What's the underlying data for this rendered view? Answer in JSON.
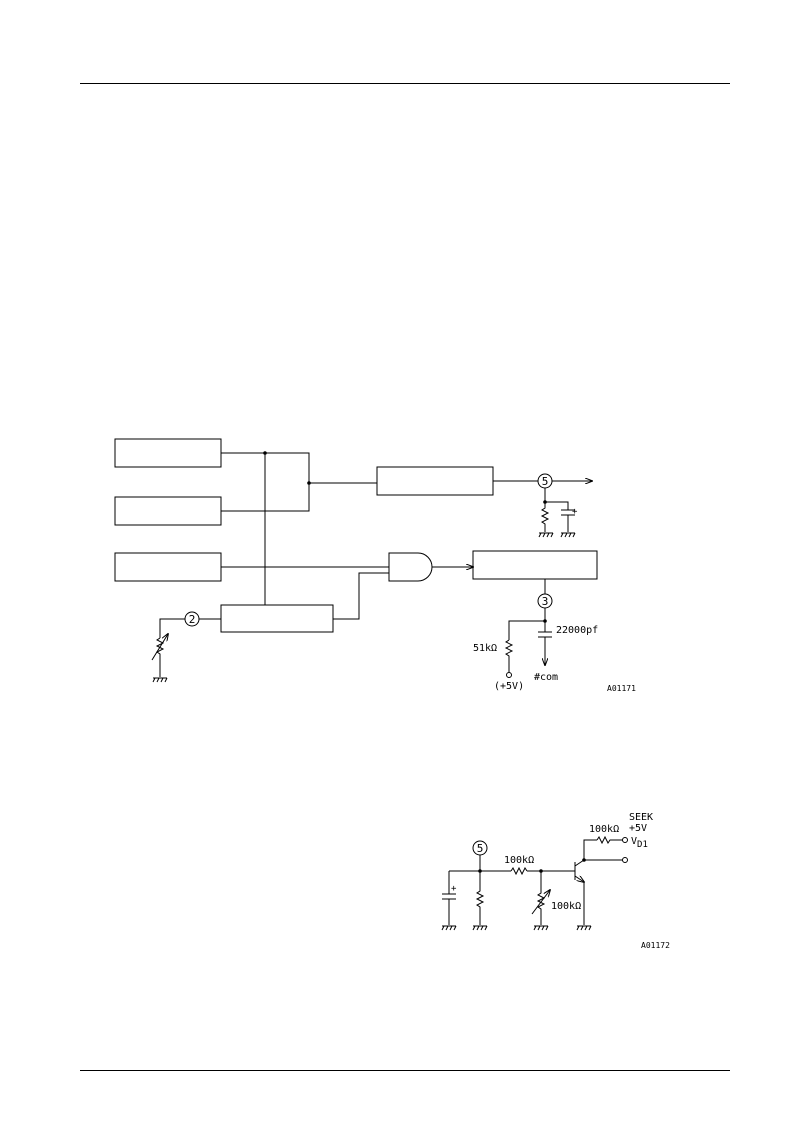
{
  "diagram1": {
    "pin_5": "5",
    "pin_2": "2",
    "pin_3": "3",
    "cap_label": "22000pf",
    "res_label": "51kΩ",
    "supply_label": "(+5V)",
    "com_label": "#com",
    "figure_code": "A01171"
  },
  "diagram2": {
    "pin_5": "5",
    "res_series": "100kΩ",
    "res_var": "100kΩ",
    "res_collector": "100kΩ",
    "seek_label": "SEEK",
    "supply_label": "+5V",
    "vd_label": "V",
    "vd_sub": "D1",
    "figure_code": "A01172"
  }
}
